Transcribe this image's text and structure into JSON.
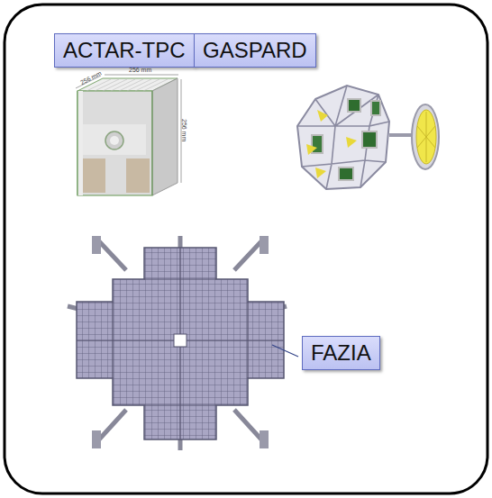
{
  "diagram": {
    "nodes": [
      {
        "text": [
          "ACTAR-TPC"
        ]
      },
      {
        "text": [
          "GASPARD"
        ]
      },
      {
        "text": [
          "FAZIA"
        ]
      }
    ],
    "labels": [
      "256 mm",
      "256 mm",
      "256 mm"
    ]
  }
}
